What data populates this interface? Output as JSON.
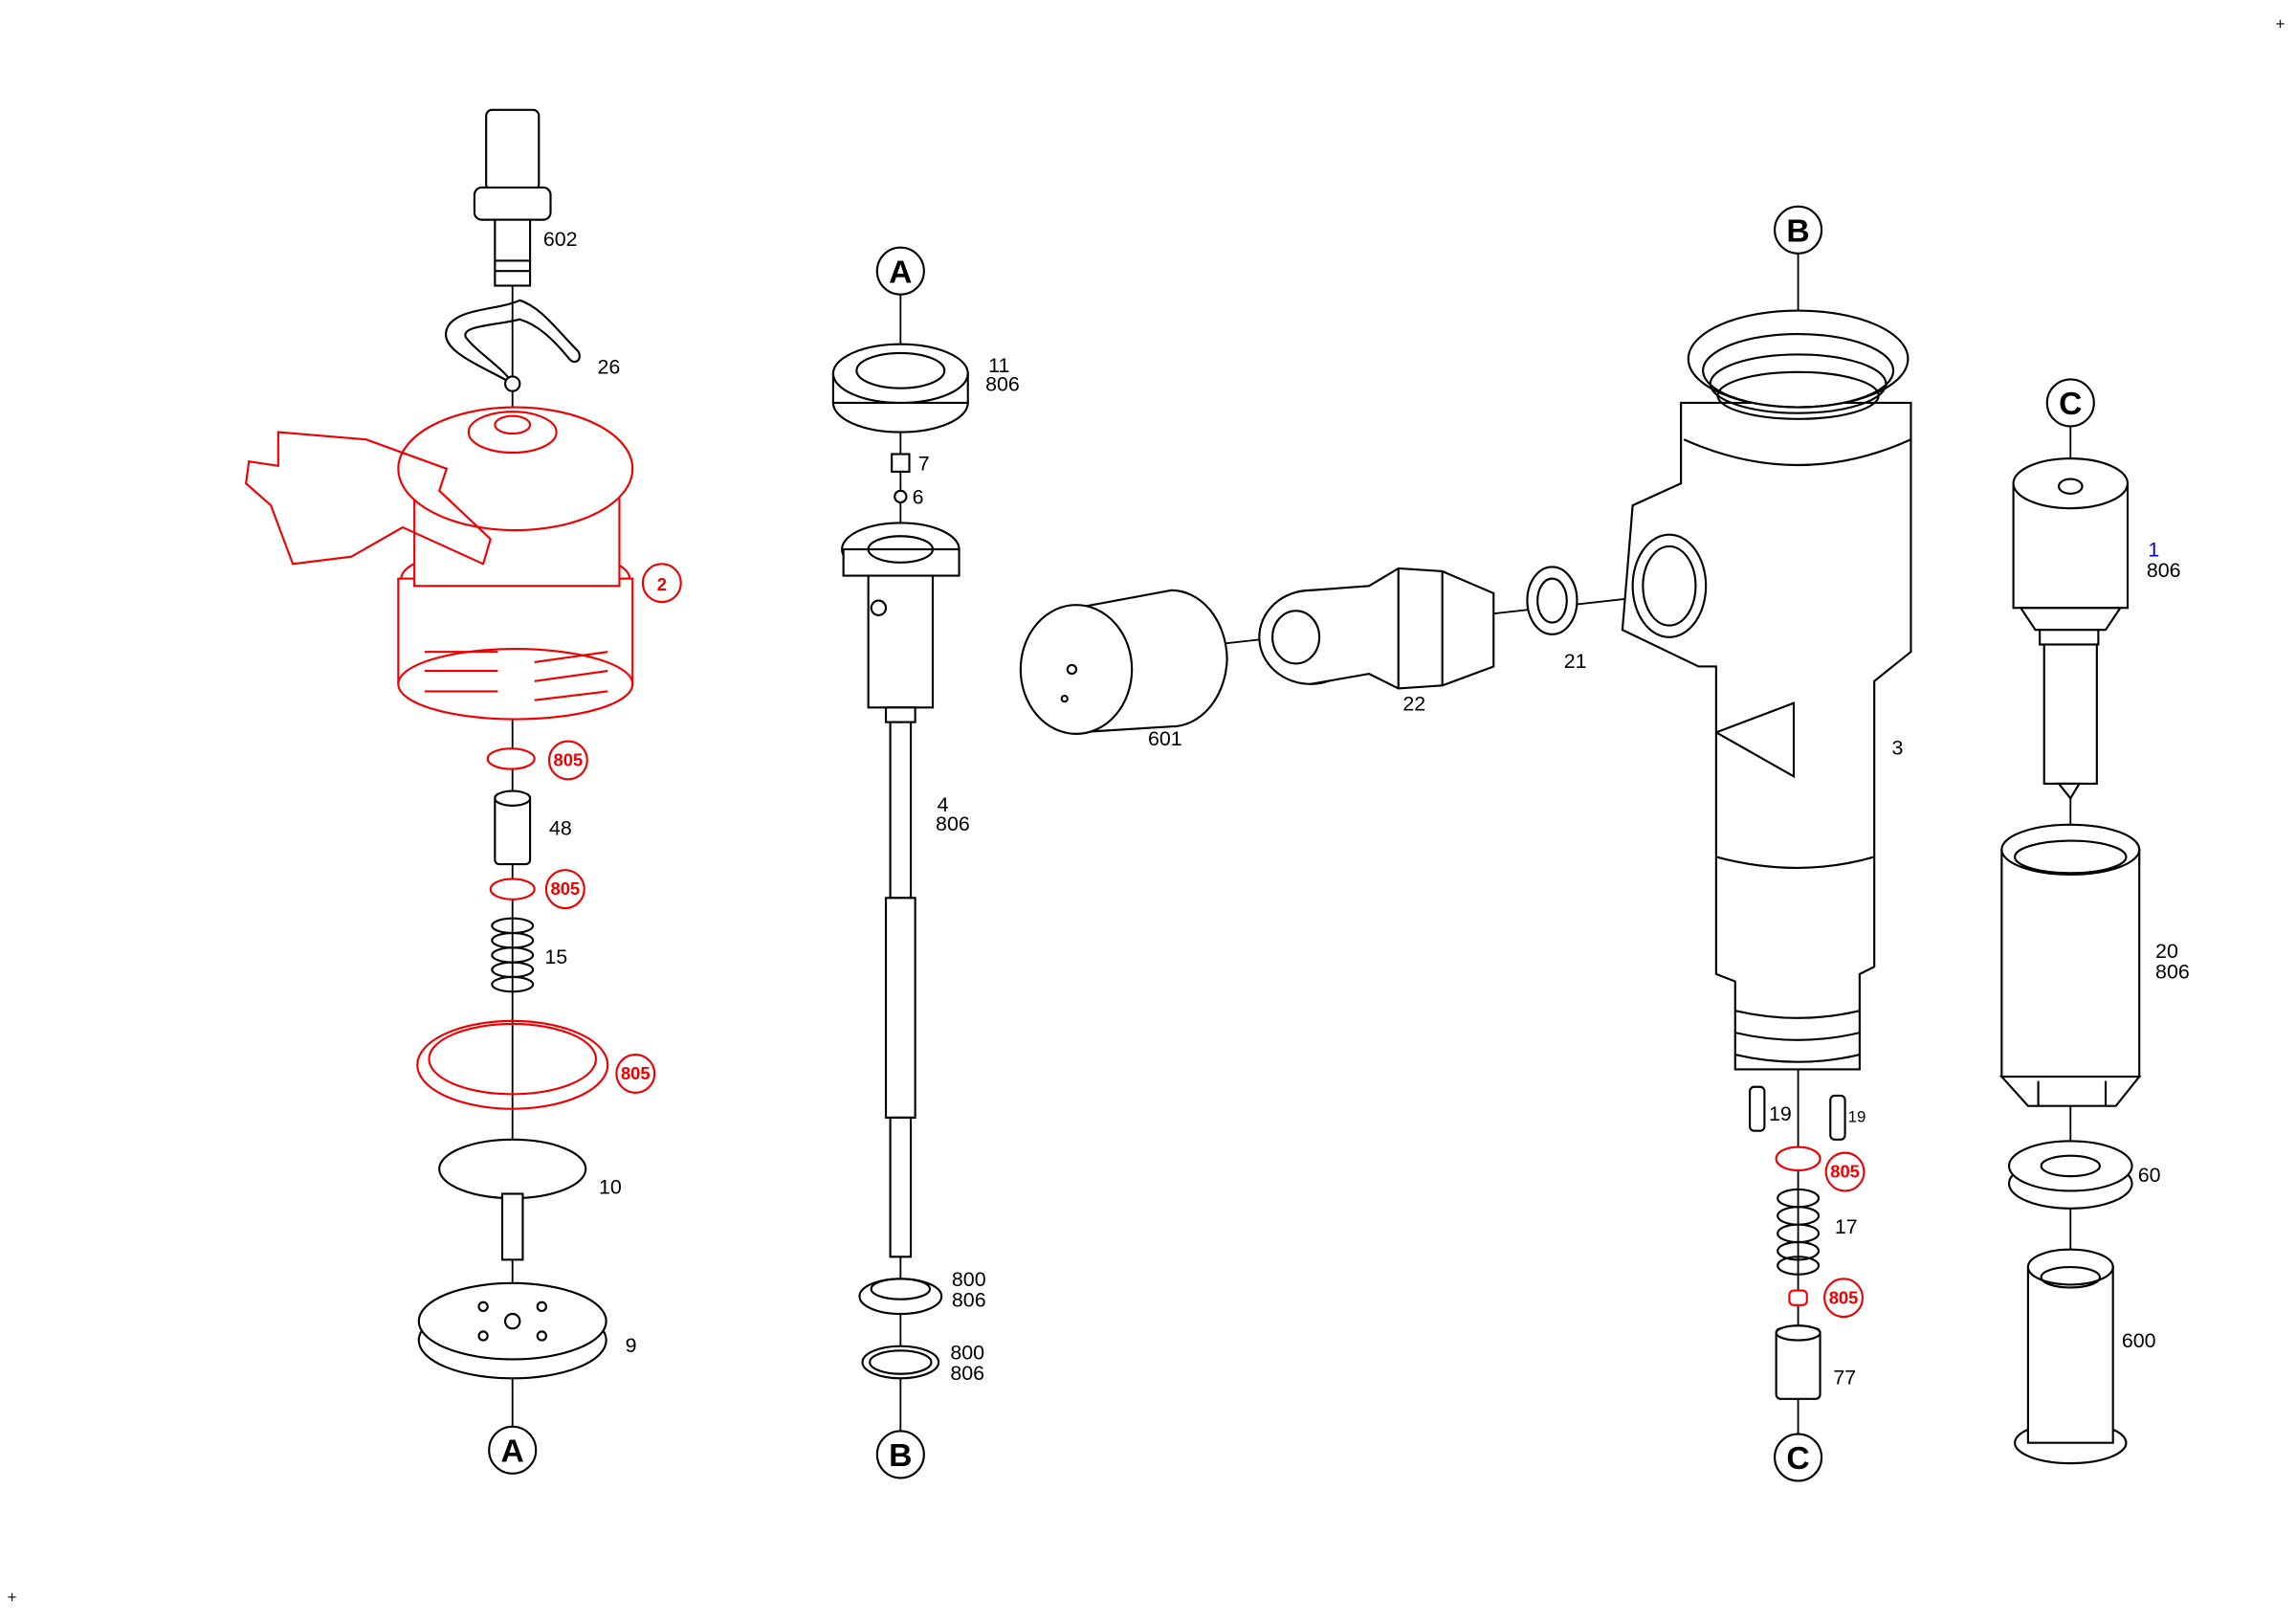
{
  "diagram": {
    "type": "exploded parts diagram",
    "corner_marks": [
      "+",
      "+"
    ],
    "accent_colors": {
      "highlight": "#e00000",
      "link": "#0000dd"
    },
    "column_1": {
      "labels": {
        "p602": "602",
        "p26": "26",
        "p2": "2",
        "p805a": "805",
        "p48": "48",
        "p805b": "805",
        "p15": "15",
        "p805c": "805",
        "p10": "10",
        "p9": "9"
      },
      "callout_bottom": "A"
    },
    "column_2": {
      "callout_top": "A",
      "labels": {
        "p11": "11",
        "p11b": "806",
        "p7": "7",
        "p6": "6",
        "p4": "4",
        "p4b": "806",
        "p800a": "800",
        "p800a_b": "806",
        "p800b": "800",
        "p800b_b": "806"
      },
      "callout_bottom": "B"
    },
    "column_3": {
      "labels": {
        "p601": "601",
        "p22": "22",
        "p21": "21"
      }
    },
    "column_4": {
      "callout_top": "B",
      "labels": {
        "p3": "3",
        "p19a": "19",
        "p19b": "19",
        "p805a": "805",
        "p17": "17",
        "p805b": "805",
        "p77": "77"
      },
      "callout_bottom": "C"
    },
    "column_5": {
      "callout_top": "C",
      "labels": {
        "p1": "1",
        "p1b": "806",
        "p20": "20",
        "p20b": "806",
        "p60": "60",
        "p600": "600"
      }
    }
  }
}
